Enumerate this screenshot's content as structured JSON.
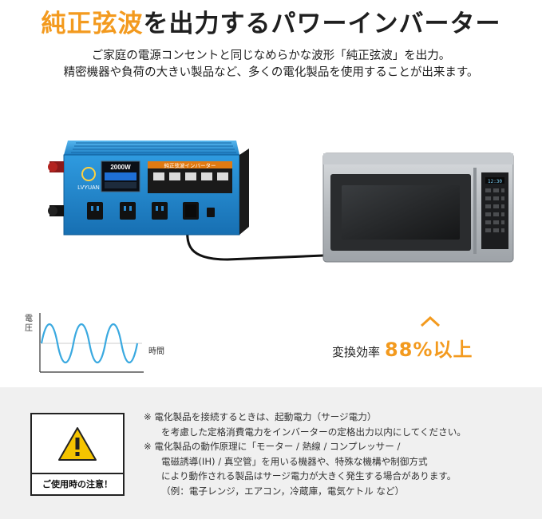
{
  "headline": {
    "accent": "純正弦波",
    "rest": "を出力するパワーインバーター"
  },
  "intro": {
    "line1": "ご家庭の電源コンセントと同じなめらかな波形「純正弦波」を出力。",
    "line2": "精密機器や負荷の大きい製品など、多くの電化製品を使用することが出来ます。"
  },
  "product": {
    "brand": "LVYUAN",
    "wattage": "2000W",
    "screen_title": "純正弦波インバーター"
  },
  "wave": {
    "ylabel": "電圧",
    "xlabel": "時間"
  },
  "efficiency": {
    "label": "変換効率",
    "value": "88%以上"
  },
  "notice": {
    "caption": "ご使用時の注意！",
    "lines": [
      "※ 電化製品を接続するときは、起動電力（サージ電力）",
      "を考慮した定格消費電力をインバーターの定格出力以内にしてください。",
      "※ 電化製品の動作原理に「モーター / 熱線 / コンプレッサー /",
      "電磁誘導(IH) / 真空管」を用いる機器や、特殊な機構や制御方式",
      "により動作される製品はサージ電力が大きく発生する場合があります。",
      "（例：電子レンジ，エアコン，冷蔵庫，電気ケトル など）"
    ]
  },
  "colors": {
    "accent": "#f39a1e",
    "inverter_blue": "#1d8fd0",
    "wave": "#3aa9e0",
    "notice_bg": "#f0f0f0"
  }
}
